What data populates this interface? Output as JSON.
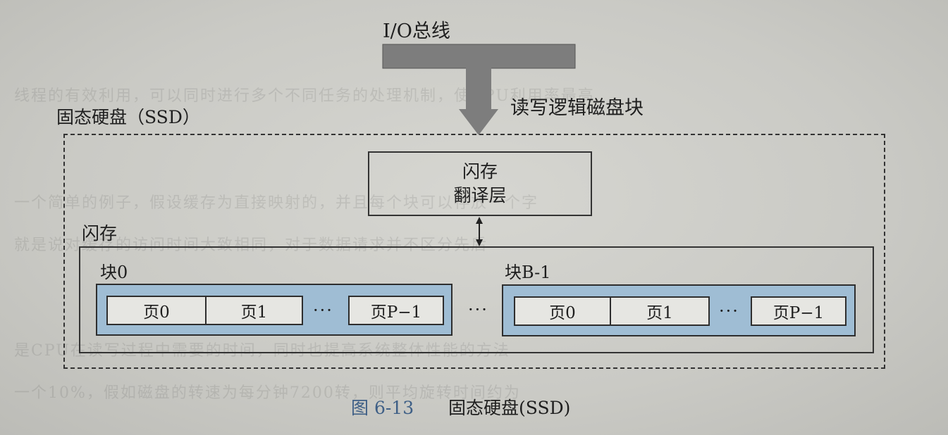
{
  "diagram": {
    "bus_label": "I/O总线",
    "read_write_label": "读写逻辑磁盘块",
    "ssd_label": "固态硬盘（SSD）",
    "ftl": {
      "line1": "闪存",
      "line2": "翻译层"
    },
    "flash_label": "闪存",
    "blocks": [
      {
        "label": "块0",
        "pages": [
          "页0",
          "页1",
          "页P−1"
        ],
        "ellipsis": "···"
      },
      {
        "label": "块B-1",
        "pages": [
          "页0",
          "页1",
          "页P−1"
        ],
        "ellipsis": "···"
      }
    ],
    "between_blocks": "···"
  },
  "caption": {
    "number": "图 6-13",
    "title": "固态硬盘(SSD)"
  },
  "colors": {
    "block_fill": "#9fbdd4",
    "page_fill": "#e6e6e2",
    "arrow": "#7d7d7d",
    "caption_number": "#3e5f86"
  }
}
